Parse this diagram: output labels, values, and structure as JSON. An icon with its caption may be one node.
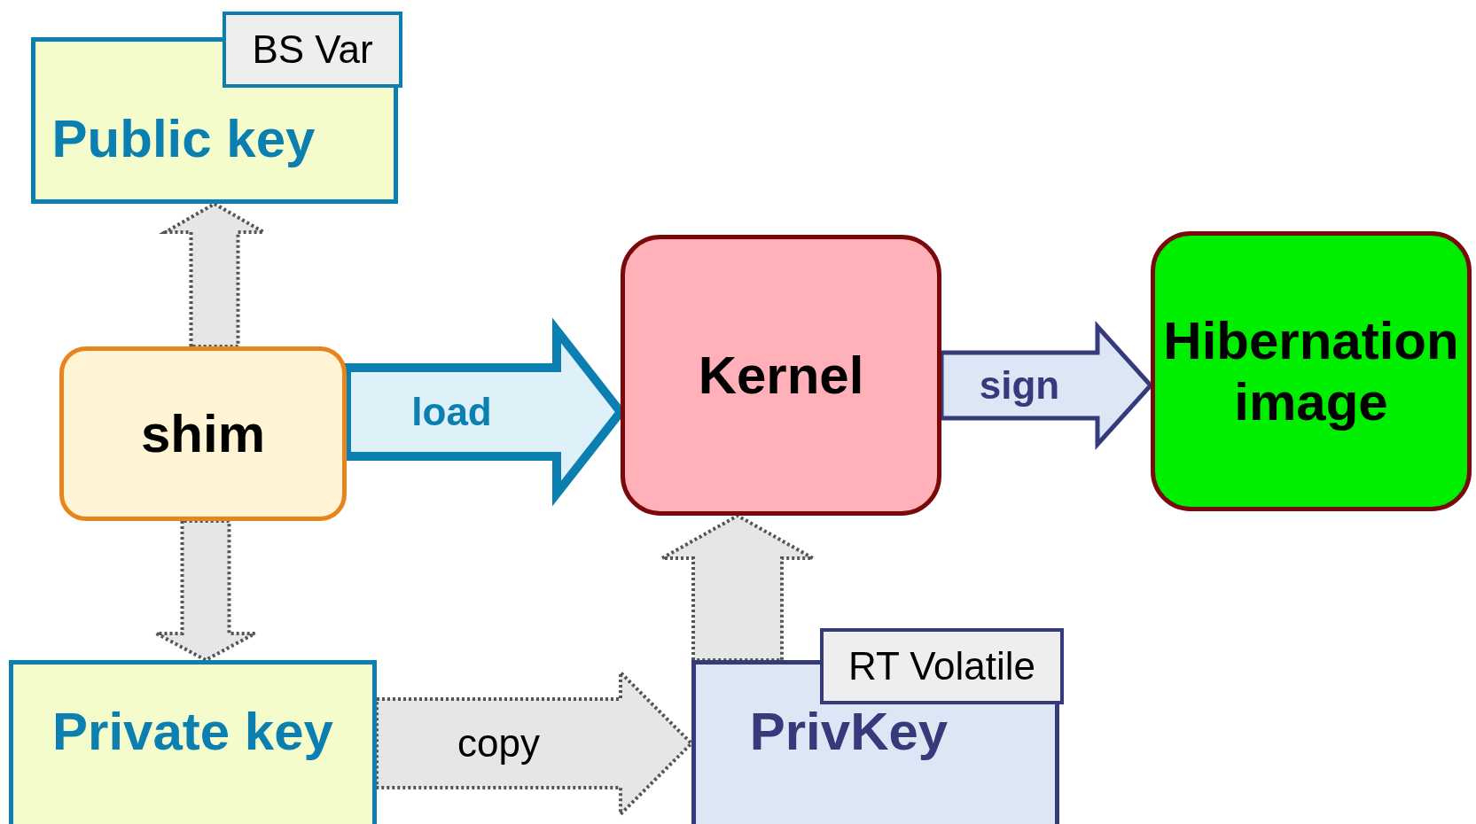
{
  "diagram": {
    "nodes": [
      {
        "text": [
          "BS Var",
          "Public key"
        ]
      },
      {
        "text": [
          "shim"
        ]
      },
      {
        "text": [
          "Kernel"
        ]
      },
      {
        "text": [
          "Hibernation image"
        ]
      },
      {
        "text": [
          "Private key"
        ]
      },
      {
        "text": [
          "RT Volatile",
          "PrivKey"
        ]
      }
    ],
    "edges": [
      {
        "from": 1,
        "to": 0,
        "arrow": "to",
        "style": "dashed"
      },
      {
        "from": 1,
        "to": 4,
        "arrow": "to",
        "style": "dashed"
      },
      {
        "from": 1,
        "to": 2,
        "arrow": "to",
        "label": "load",
        "style": "thick",
        "color": "#0a7fb0"
      },
      {
        "from": 2,
        "to": 3,
        "arrow": "to",
        "label": "sign",
        "color": "#353a7a"
      },
      {
        "from": 4,
        "to": 5,
        "arrow": "to",
        "label": "copy",
        "style": "dashed"
      },
      {
        "from": 5,
        "to": 2,
        "arrow": "to",
        "style": "dashed"
      }
    ]
  }
}
